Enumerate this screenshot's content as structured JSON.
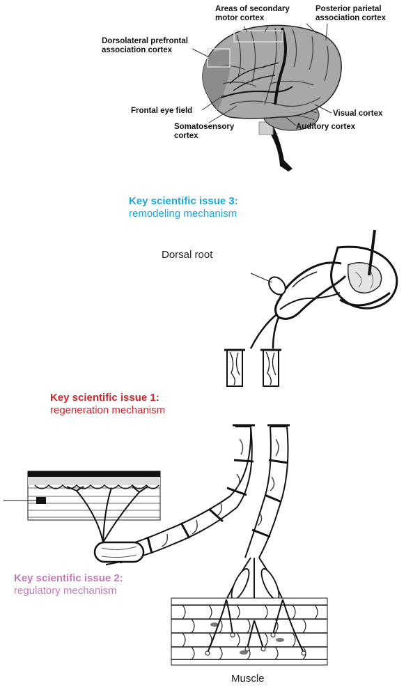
{
  "brain": {
    "labels": {
      "secondary_motor": "Areas of secondary\nmotor cortex",
      "posterior_parietal": "Posterior parietal\nassociation cortex",
      "dorsolateral": "Dorsolateral prefrontal\nassociation cortex",
      "frontal_eye": "Frontal eye field",
      "visual": "Visual cortex",
      "somatosensory": "Somatosensory\ncortex",
      "auditory": "Auditory cortex"
    }
  },
  "issues": {
    "issue3": {
      "heading": "Key scientific issue 3:",
      "text": "remodeling mechanism",
      "color": "#1aa6df"
    },
    "issue1": {
      "heading": "Key scientific issue 1:",
      "text": "regeneration mechanism",
      "color": "#d0242b"
    },
    "issue2": {
      "heading": "Key scientific issue 2:",
      "text": "regulatory mechanism",
      "color": "#c679b8"
    }
  },
  "spinal": {
    "dorsal_root": "Dorsal root"
  },
  "muscle": {
    "label": "Muscle"
  }
}
